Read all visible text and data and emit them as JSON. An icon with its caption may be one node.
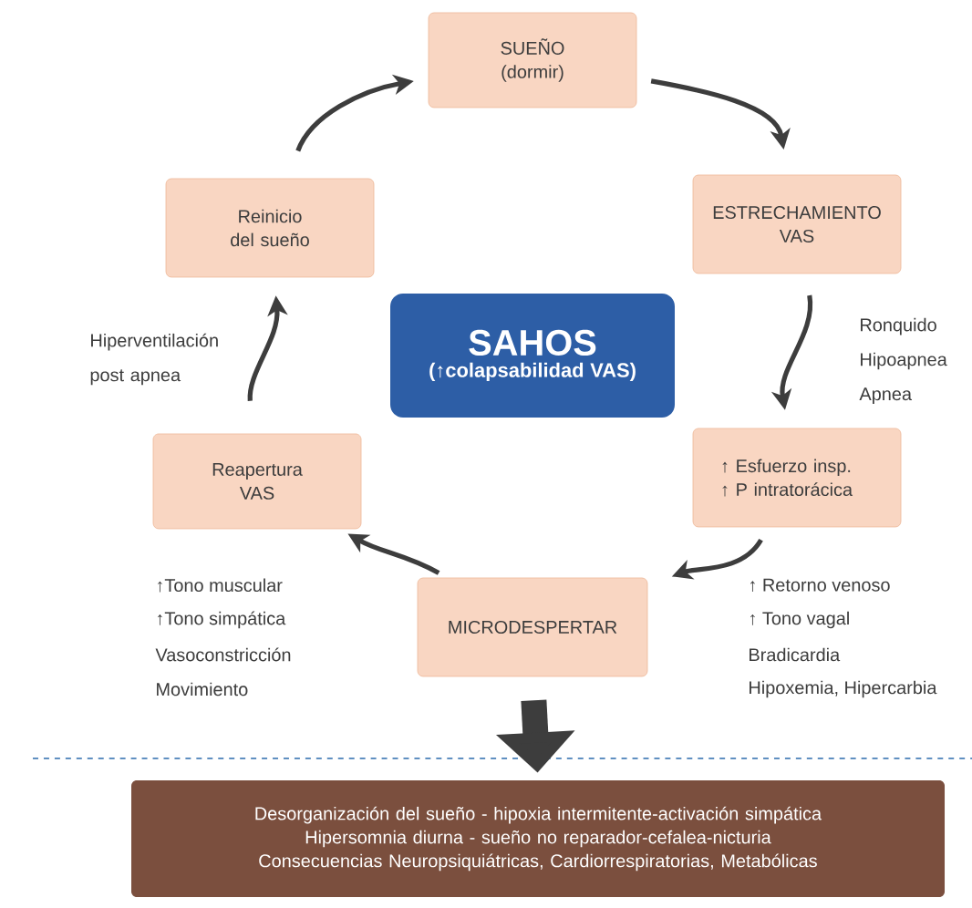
{
  "diagram": {
    "nodes": [
      {
        "text": [
          "SUEÑO (dormir)"
        ]
      },
      {
        "text": [
          "ESTRECHAMIENTO VAS"
        ]
      },
      {
        "text": [
          "↑ Esfuerzo insp.",
          "↑ P intratorácica"
        ]
      },
      {
        "text": [
          "MICRODESPERTAR"
        ]
      },
      {
        "text": [
          "Reapertura VAS"
        ]
      },
      {
        "text": [
          "Reinicio del sueño"
        ]
      },
      {
        "text": [
          "SAHOS",
          "(↑colapsabilidad VAS)"
        ]
      },
      {
        "text": [
          "Desorganización del sueño - hipoxia intermitente-activación simpática",
          "Hipersomnia diurna - sueño no reparador-cefalea-nicturia",
          "Consecuencias Neuropsiquiátricas, Cardiorrespiratorias, Metabólicas"
        ]
      }
    ],
    "edges": [
      {
        "from": 5,
        "to": 0,
        "arrow": "to"
      },
      {
        "from": 0,
        "to": 1,
        "arrow": "to"
      },
      {
        "from": 1,
        "to": 2,
        "arrow": "to",
        "label": "Ronquido Hipoapnea Apnea"
      },
      {
        "from": 2,
        "to": 3,
        "arrow": "to"
      },
      {
        "from": 3,
        "to": 4,
        "arrow": "to"
      },
      {
        "from": 4,
        "to": 5,
        "arrow": "to",
        "label": "Hiperventilación post apnea"
      },
      {
        "from": 3,
        "to": 7,
        "arrow": "to",
        "style": "thick"
      }
    ],
    "labels": [
      "↑Tono muscular",
      "↑Tono simpática",
      "Vasoconstricción",
      "Movimiento",
      "↑ Retorno venoso",
      "↑ Tono vagal",
      "Bradicardia",
      "Hipoxemia, Hipercarbia"
    ]
  }
}
